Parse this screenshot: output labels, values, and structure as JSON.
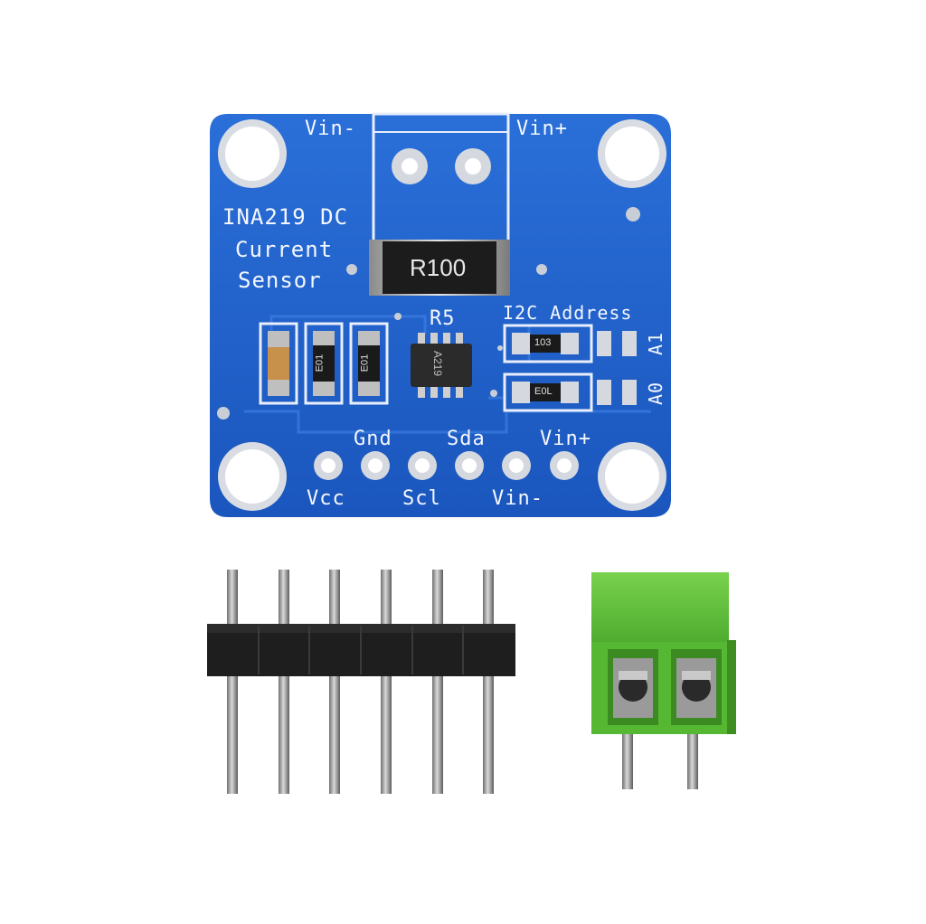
{
  "board": {
    "title_line1": "INA219 DC",
    "title_line2": "Current",
    "title_line3": "Sensor",
    "vin_minus_top": "Vin-",
    "vin_plus_top": "Vin+",
    "shunt_marking": "R100",
    "r5_label": "R5",
    "ic_marking": "A219",
    "i2c_label": "I2C Address",
    "a1_label": "A1",
    "a0_label": "A0",
    "res_a1_marking": "103",
    "res_a0_marking": "E0L",
    "smd_marking_1": "E01",
    "smd_marking_2": "E01",
    "pins_top": [
      "Gnd",
      "Sda",
      "Vin+"
    ],
    "pins_bottom": [
      "Vcc",
      "Scl",
      "Vin-"
    ]
  },
  "colors": {
    "pcb_blue": "#1f5fc8",
    "terminal_green": "#5fbf3a",
    "header_black": "#1a1a1a"
  }
}
